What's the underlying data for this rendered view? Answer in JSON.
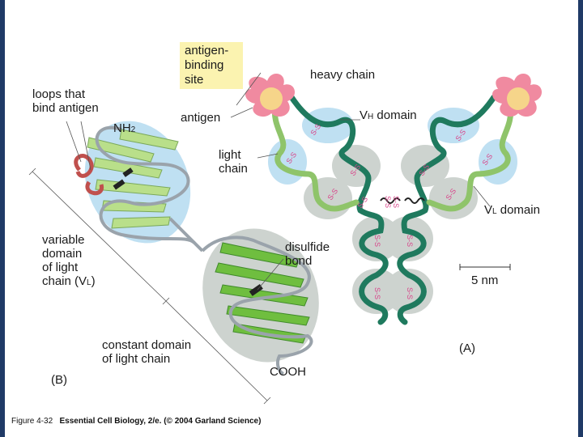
{
  "labels": {
    "antigen_binding_site": "antigen-\nbinding\nsite",
    "heavy_chain": "heavy chain",
    "antigen": "antigen",
    "vh_domain_prefix": "V",
    "vh_domain_sub": "H",
    "vh_domain_suffix": " domain",
    "light_chain": "light\nchain",
    "vl_domain_prefix": "V",
    "vl_domain_sub": "L",
    "vl_domain_suffix": " domain",
    "loops_bind_antigen": "loops that\nbind antigen",
    "nh2_prefix": "NH",
    "nh2_sub": "2",
    "variable_domain": "variable\ndomain\nof light\nchain (V",
    "variable_domain_sub": "L",
    "variable_domain_close": ")",
    "disulfide_bond": "disulfide\nbond",
    "constant_domain": "constant domain\nof light chain",
    "cooh": "COOH",
    "scale": "5 nm",
    "panel_a": "(A)",
    "panel_b": "(B)",
    "ss": "S-S"
  },
  "caption": {
    "figure": "Figure 4-32",
    "text": "Essential Cell Biology, 2/e. (© 2004 Garland Science)"
  },
  "colors": {
    "heavy": "#1f7a5e",
    "light": "#8fc46a",
    "domain_blue": "#bfe0f2",
    "domain_gray": "#cdd3cf",
    "loop_red": "#c0504d",
    "antigen_pink": "#f08aa0",
    "antigen_core": "#f6d58a",
    "strand_green": "#8ccf5a",
    "ss_pink": "#d8458a"
  }
}
